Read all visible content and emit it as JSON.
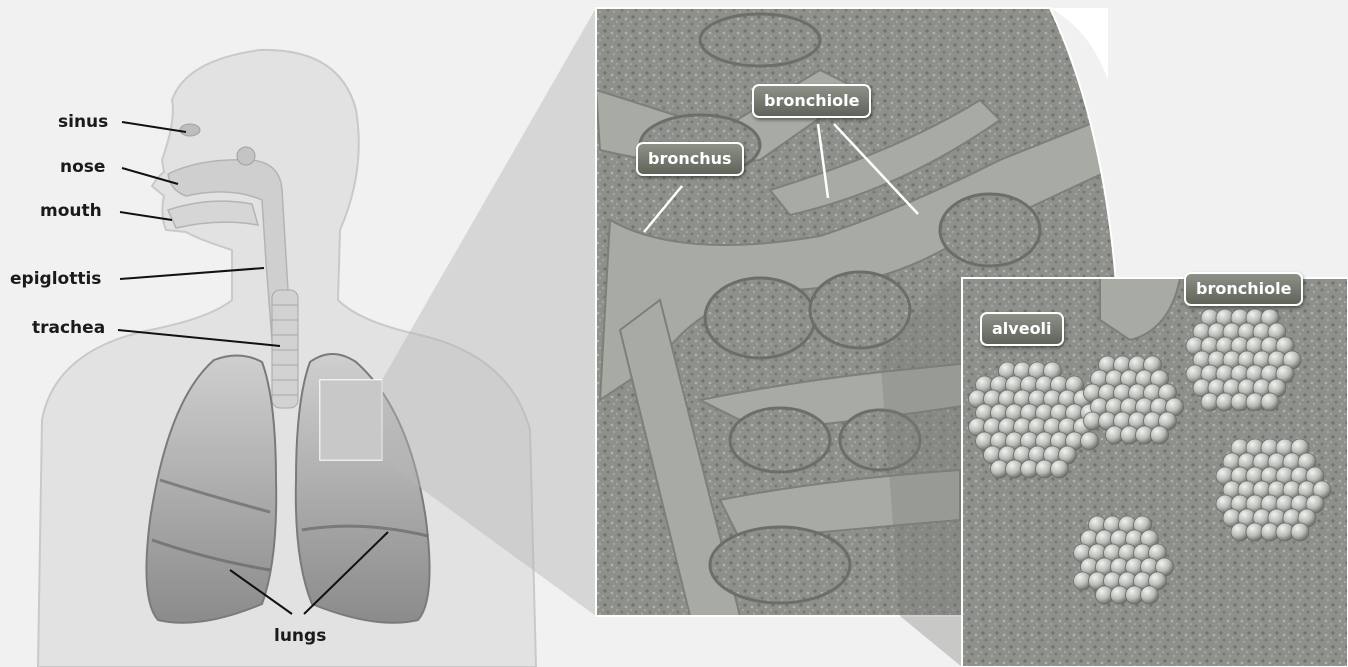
{
  "labels": {
    "sinus": "sinus",
    "nose": "nose",
    "mouth": "mouth",
    "epiglottis": "epiglottis",
    "trachea": "trachea",
    "lungs": "lungs",
    "bronchus": "bronchus",
    "bronchiole_1": "bronchiole",
    "bronchiole_2": "bronchiole",
    "alveoli": "alveoli"
  },
  "colors": {
    "background": "#f1f1f1",
    "body_fill": "#e2e2e2",
    "lung_fill": "#9a9a9a",
    "tissue_fill": "#8e918b",
    "airway_fill": "#a7aba4",
    "callout_fill": "#6d7369"
  }
}
